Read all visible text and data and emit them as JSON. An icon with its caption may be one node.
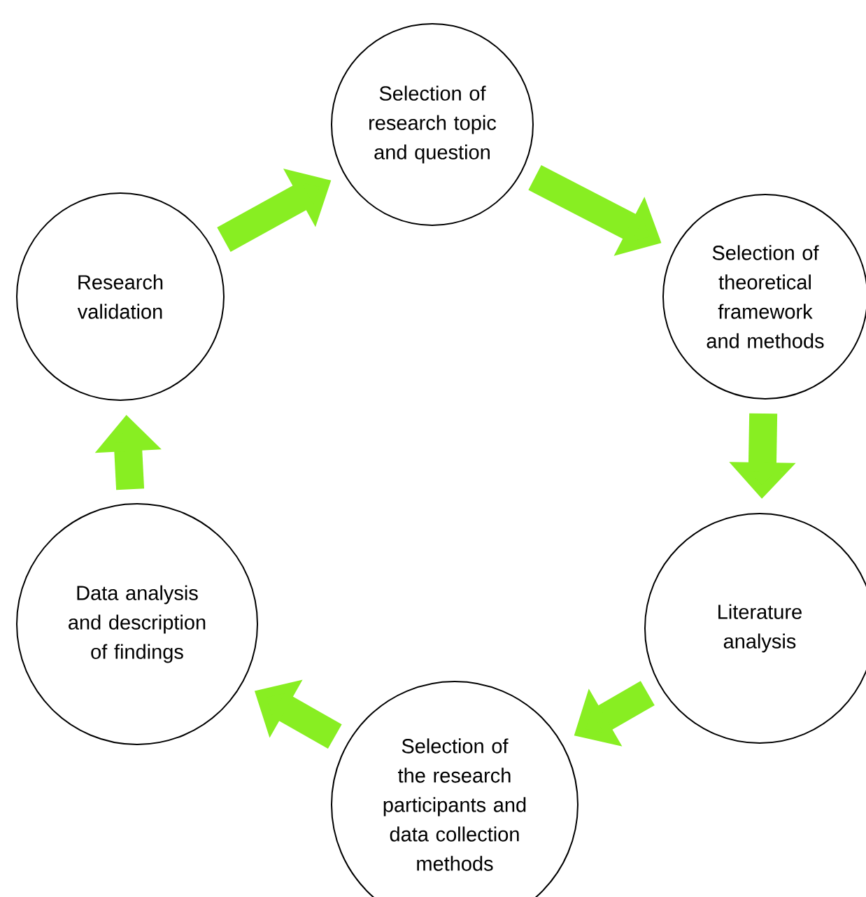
{
  "diagram": {
    "nodes": [
      {
        "text": [
          "Selection of research topic and question"
        ]
      },
      {
        "text": [
          "Selection of theoretical framework and methods"
        ]
      },
      {
        "text": [
          "Literature analysis"
        ]
      },
      {
        "text": [
          "Selection of the research participants and data collection methods"
        ]
      },
      {
        "text": [
          "Data analysis and description of findings"
        ]
      },
      {
        "text": [
          "Research validation"
        ]
      }
    ],
    "edges": [
      {
        "from": 0,
        "to": 1,
        "arrow": "to"
      },
      {
        "from": 1,
        "to": 2,
        "arrow": "to"
      },
      {
        "from": 2,
        "to": 3,
        "arrow": "to"
      },
      {
        "from": 3,
        "to": 4,
        "arrow": "to"
      },
      {
        "from": 4,
        "to": 5,
        "arrow": "to"
      },
      {
        "from": 5,
        "to": 0,
        "arrow": "to"
      }
    ]
  }
}
